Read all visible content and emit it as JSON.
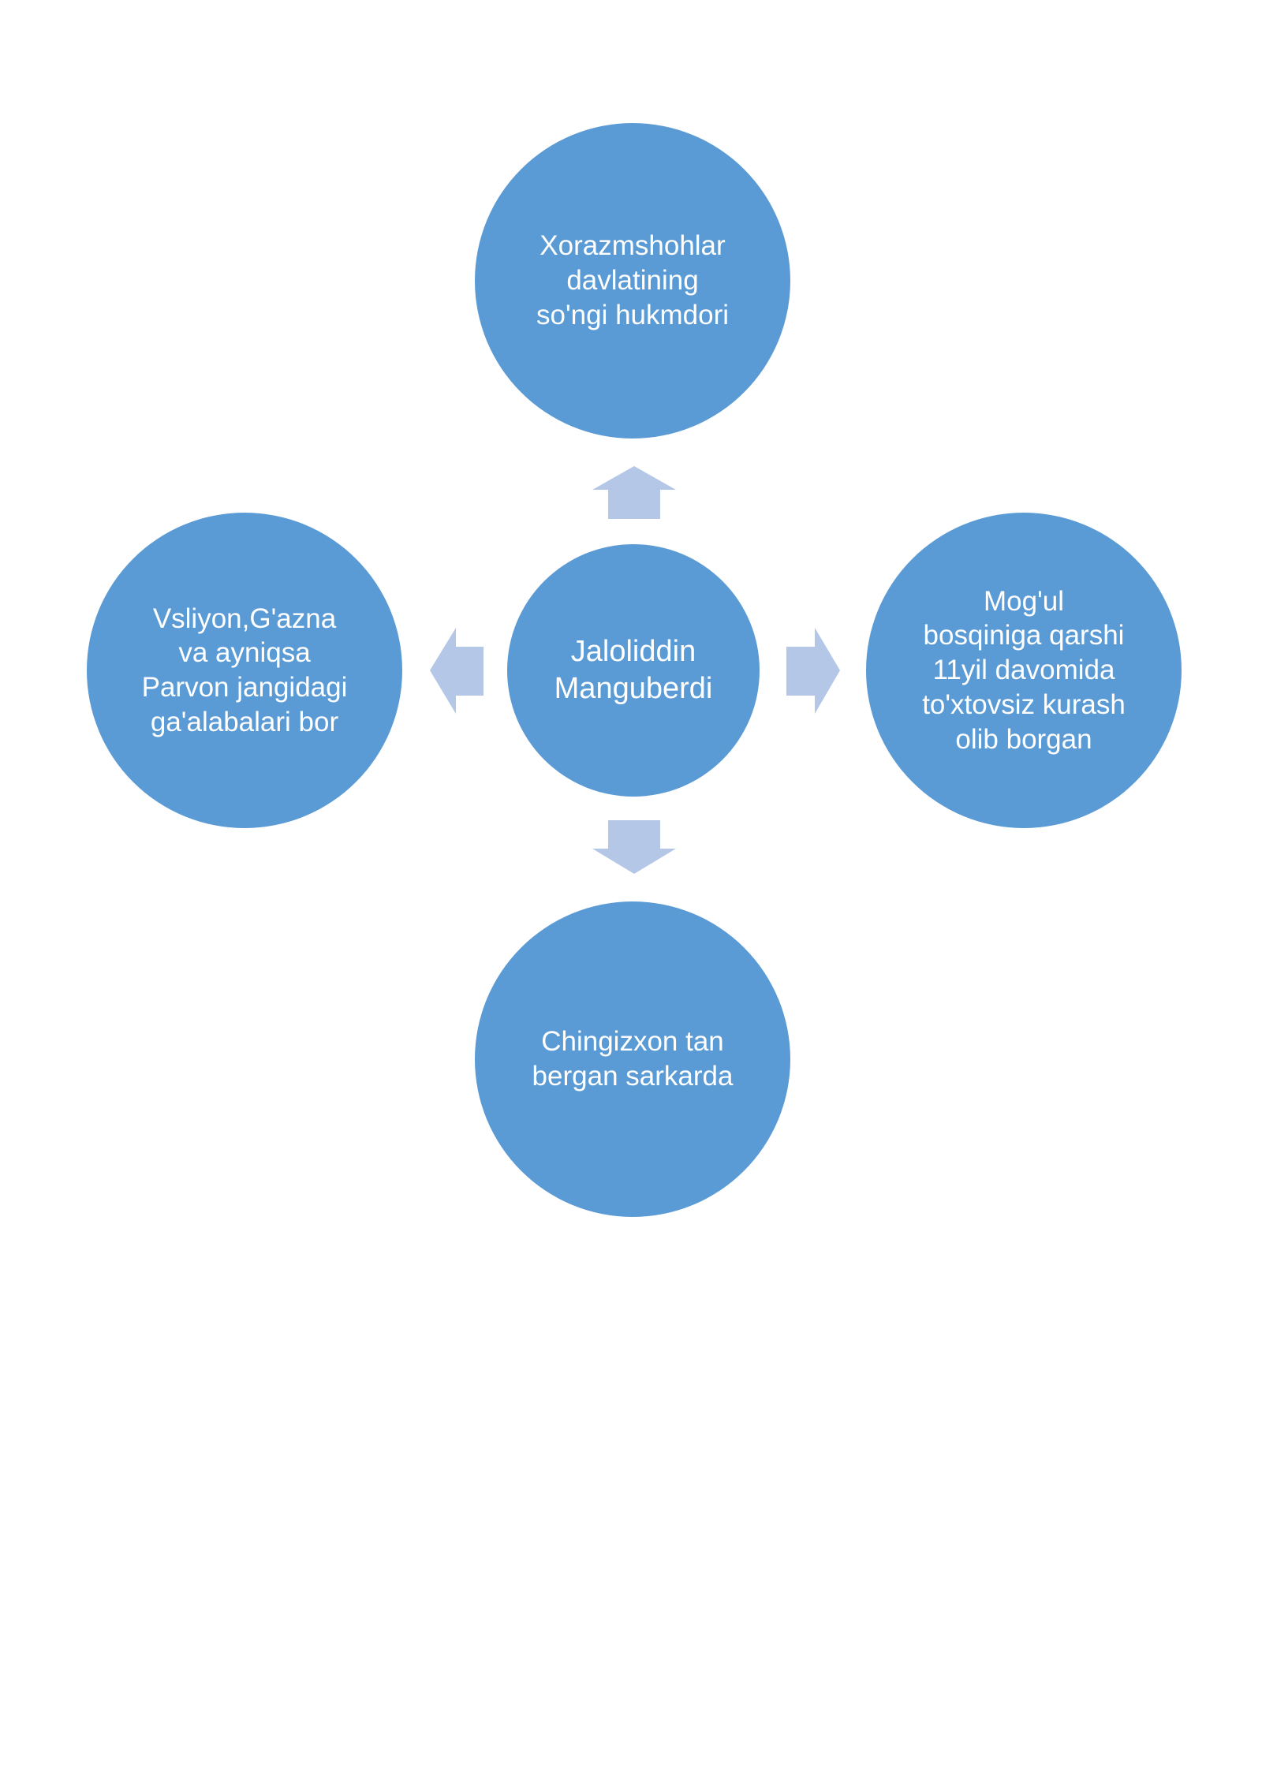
{
  "diagram": {
    "center": {
      "label": "Jaloliddin\nManguberdi"
    },
    "nodes": {
      "top": {
        "label": "Xorazmshohlar\ndavlatining\nso'ngi hukmdori"
      },
      "right": {
        "label": "Mog'ul\nbosqiniga qarshi\n11yil davomida\nto'xtovsiz kurash\nolib borgan"
      },
      "bottom": {
        "label": "Chingizxon tan\nbergan sarkarda"
      },
      "left": {
        "label": "Vsliyon,G'azna\nva ayniqsa\nParvon jangidagi\nga'alabalari bor"
      }
    }
  },
  "colors": {
    "node_fill": "#5b9bd5",
    "arrow_fill": "#b4c7e7",
    "text": "#ffffff",
    "background": "#ffffff"
  }
}
